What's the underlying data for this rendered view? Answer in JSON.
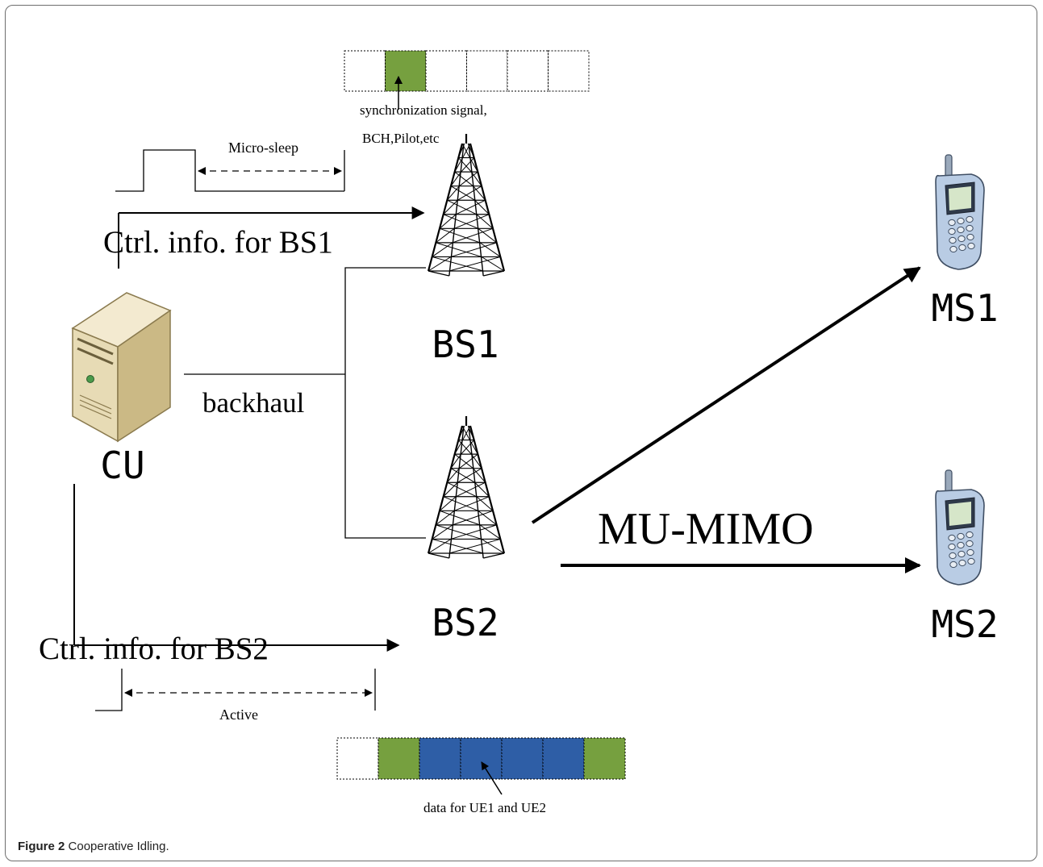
{
  "caption": {
    "label": "Figure 2",
    "text": "Cooperative Idling",
    "period": "."
  },
  "labels": {
    "sync_signal_line1": "synchronization signal,",
    "sync_signal_line2": "BCH,Pilot,etc",
    "micro_sleep": "Micro-sleep",
    "ctrl_bs1": "Ctrl. info. for BS1",
    "ctrl_bs2": "Ctrl. info. for BS2",
    "backhaul": "backhaul",
    "active": "Active",
    "data_ue": "data for UE1 and UE2",
    "mu_mimo": "MU-MIMO"
  },
  "nodes": {
    "cu": "CU",
    "bs1": "BS1",
    "bs2": "BS2",
    "ms1": "MS1",
    "ms2": "MS2"
  },
  "colors": {
    "green": "#76a03f",
    "blue": "#2e5ea6",
    "phone_body": "#b9cce4",
    "server": "#e7dbb5"
  },
  "frame_bs1": [
    "empty",
    "green",
    "empty",
    "empty",
    "empty",
    "empty"
  ],
  "frame_bs2": [
    "empty",
    "green",
    "blue",
    "blue",
    "blue",
    "blue",
    "green"
  ]
}
